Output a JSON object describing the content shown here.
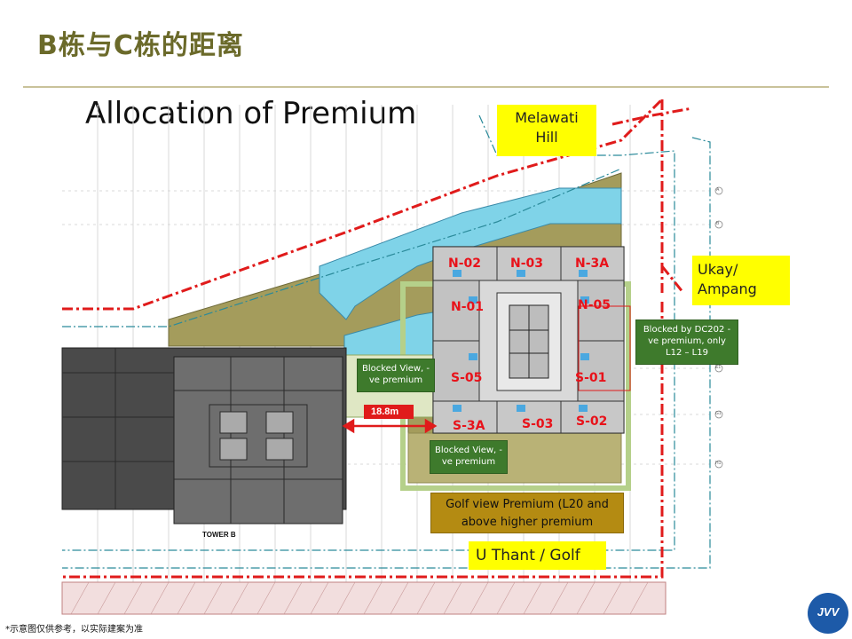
{
  "slide": {
    "title": "B栋与C栋的距离",
    "heading": "Allocation of Premium",
    "footnote": "*示意图仅供参考，以实际建案为准",
    "logo_text": "JVV"
  },
  "labels": {
    "melawati": "Melawati Hill",
    "ukay": "Ukay/ Ampang",
    "uthant": "U Thant / Golf",
    "golf_premium": "Golf view Premium (L20 and above higher premium",
    "blocked_dc202": "Blocked by DC202 -ve premium, only L12 – L19",
    "blocked_view_1": "Blocked View, -ve premium",
    "blocked_view_2": "Blocked View, -ve premium",
    "distance": "18.8m",
    "tower_b": "TOWER B"
  },
  "units": {
    "n02": "N-02",
    "n03": "N-03",
    "n3a": "N-3A",
    "n01": "N-01",
    "n05": "N-05",
    "s05": "S-05",
    "s01": "S-01",
    "s3a": "S-3A",
    "s03": "S-03",
    "s02": "S-02"
  },
  "grid_labels": [
    "A",
    "B",
    "E1",
    "G1",
    "H1"
  ],
  "colors": {
    "title": "#6b6a2a",
    "unit_text": "#e8121a",
    "tag_yellow": "#ffff00",
    "tag_green": "#3e7a2c",
    "tag_gold": "#b48b12",
    "pool": "#7fd3e8",
    "landscape": "#a49c5c",
    "tower_b": "#555555",
    "boundary": "#e01b1b"
  }
}
